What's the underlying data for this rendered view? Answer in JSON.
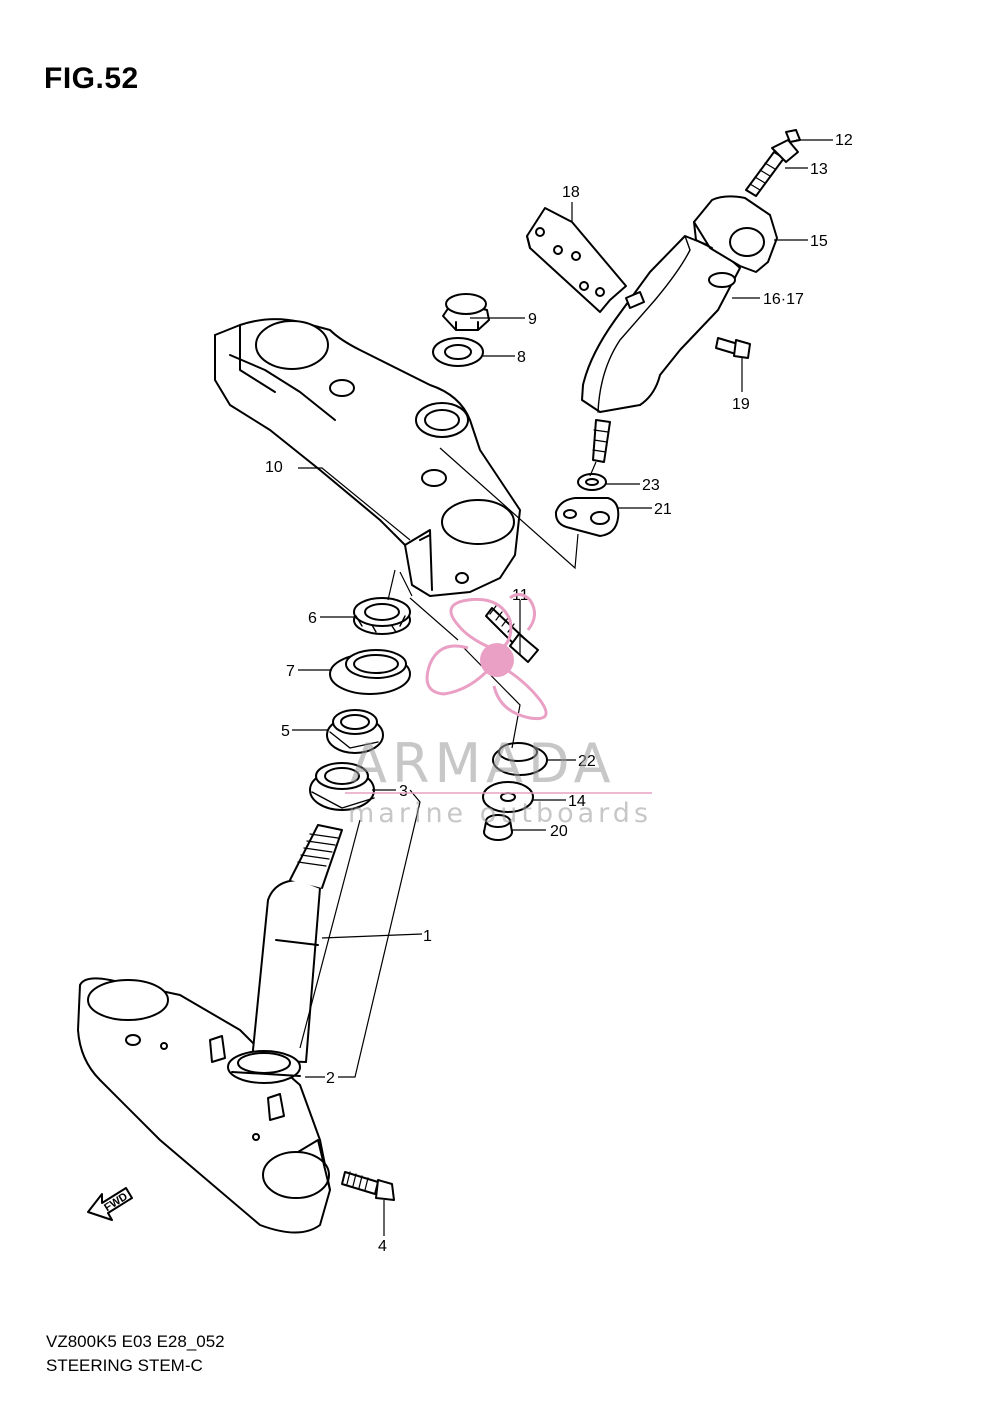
{
  "figure": {
    "title": "FIG.52"
  },
  "footer": {
    "line1": "VZ800K5 E03 E28_052",
    "line2": "STEERING STEM-C"
  },
  "watermark": {
    "brand": "ARMADA",
    "tagline": "marine outboards",
    "logo_color": "#e9a0c4",
    "text_color": "#9a9a9a"
  },
  "fwd_label": "FWD",
  "callouts": [
    {
      "id": "c1",
      "label": "1"
    },
    {
      "id": "c2",
      "label": "2"
    },
    {
      "id": "c3",
      "label": "3"
    },
    {
      "id": "c4",
      "label": "4"
    },
    {
      "id": "c5",
      "label": "5"
    },
    {
      "id": "c6",
      "label": "6"
    },
    {
      "id": "c7",
      "label": "7"
    },
    {
      "id": "c8",
      "label": "8"
    },
    {
      "id": "c9",
      "label": "9"
    },
    {
      "id": "c10",
      "label": "10"
    },
    {
      "id": "c11",
      "label": "11"
    },
    {
      "id": "c12",
      "label": "12"
    },
    {
      "id": "c13",
      "label": "13"
    },
    {
      "id": "c14",
      "label": "14"
    },
    {
      "id": "c15",
      "label": "15"
    },
    {
      "id": "c16",
      "label": "16·17"
    },
    {
      "id": "c18",
      "label": "18"
    },
    {
      "id": "c19",
      "label": "19"
    },
    {
      "id": "c20",
      "label": "20"
    },
    {
      "id": "c21",
      "label": "21"
    },
    {
      "id": "c22",
      "label": "22"
    },
    {
      "id": "c23",
      "label": "23"
    }
  ]
}
